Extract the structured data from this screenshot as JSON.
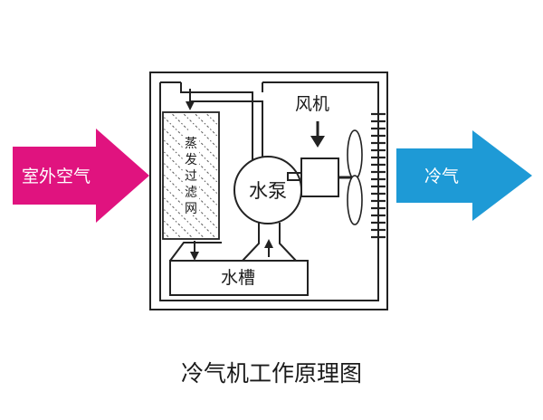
{
  "diagram": {
    "title": "冷气机工作原理图",
    "labels": {
      "outdoor_air": "室外空气",
      "cool_air": "冷气",
      "fan": "风机",
      "pump": "水泵",
      "tank": "水槽",
      "filter": "蒸发过滤网"
    },
    "colors": {
      "outdoor_air_arrow": "#e0137f",
      "cool_air_arrow": "#1e9ad6",
      "stroke": "#222222"
    }
  }
}
